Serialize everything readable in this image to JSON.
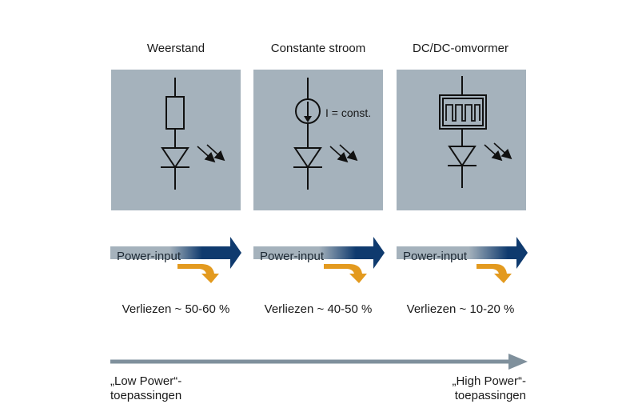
{
  "columns": [
    {
      "title": "Weerstand",
      "power_label": "Power-input",
      "loss": "Verliezen ~ 50-60 %",
      "symbol": "resistor"
    },
    {
      "title": "Constante stroom",
      "power_label": "Power-input",
      "loss": "Verliezen ~ 40-50 %",
      "symbol": "current-source",
      "symbol_label": "I = const."
    },
    {
      "title": "DC/DC-omvormer",
      "power_label": "Power-input",
      "loss": "Verliezen ~ 10-20 %",
      "symbol": "dc-dc-converter"
    }
  ],
  "axis": {
    "left_label_line1": "„Low Power“-",
    "left_label_line2": "toepassingen",
    "right_label_line1": "„High Power“-",
    "right_label_line2": "toepassingen"
  },
  "colors": {
    "box": "#a5b2bc",
    "blue": "#0f3a6e",
    "orange": "#e39a1f",
    "axis": "#7f909c"
  }
}
